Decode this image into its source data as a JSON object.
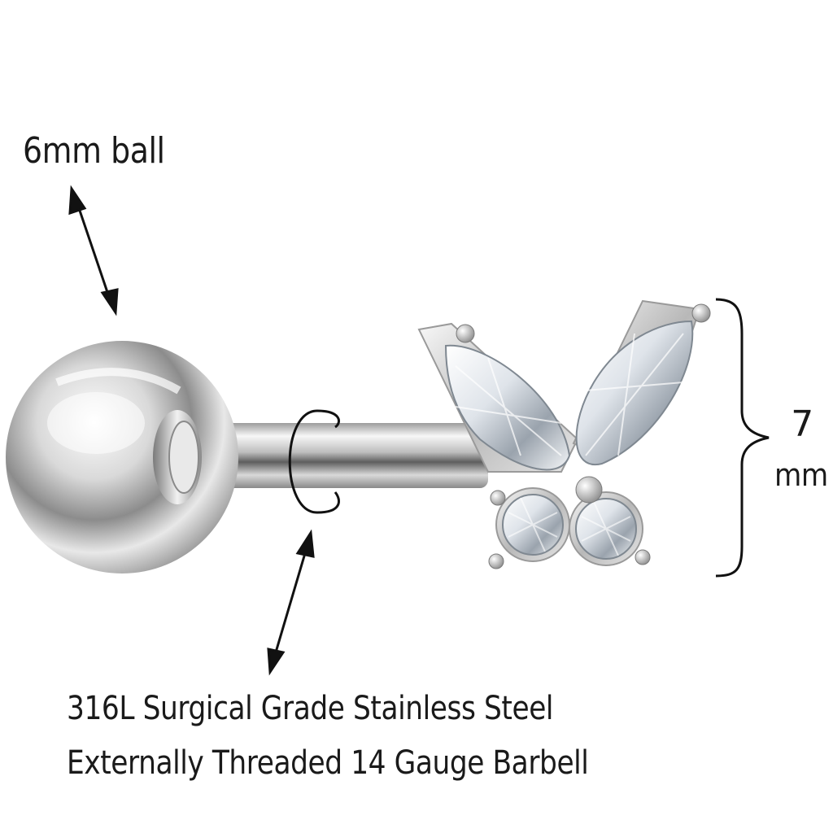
{
  "annotations": {
    "ball_label": "6mm ball",
    "height_value": "7",
    "height_unit": "mm",
    "material_line1": "316L Surgical Grade Stainless Steel",
    "material_line2": "Externally Threaded 14 Gauge Barbell"
  },
  "colors": {
    "background": "#ffffff",
    "text": "#1a1a1a",
    "steel_light": "#f4f4f4",
    "steel_dark": "#6e6e6e",
    "gem_highlight": "#ffffff",
    "gem_shadow": "#9aa3ad"
  }
}
